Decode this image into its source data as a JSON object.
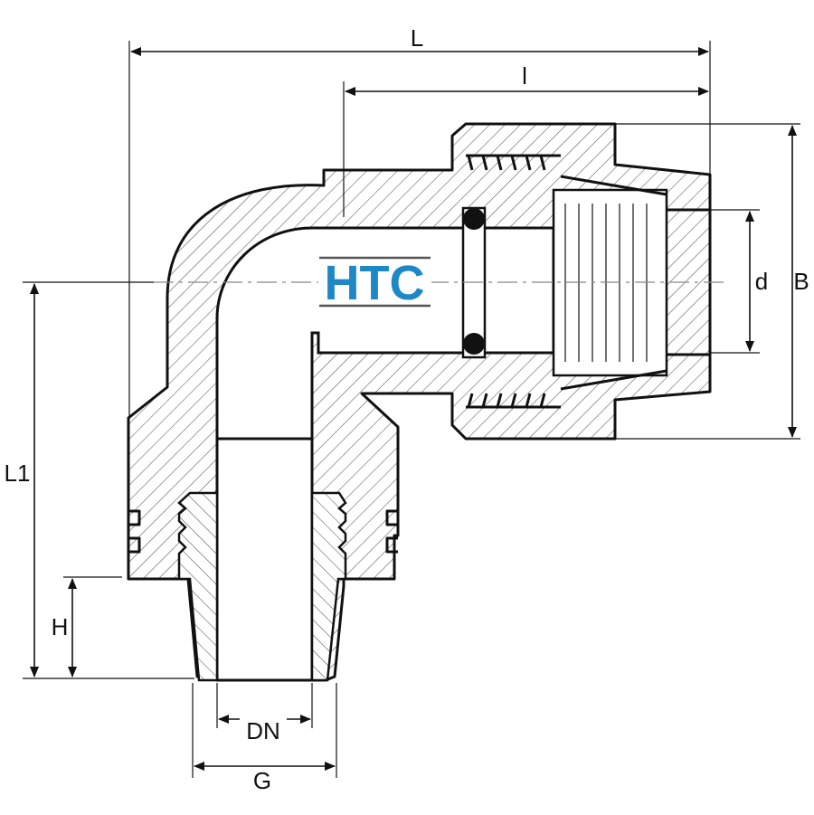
{
  "logo": {
    "text": "HTC",
    "color": "#1e88c7",
    "rule_color": "#555555"
  },
  "dimensions": {
    "L": "L",
    "l": "l",
    "d": "d",
    "B": "B",
    "L1": "L1",
    "H": "H",
    "DN": "DN",
    "G": "G"
  },
  "colors": {
    "line": "#111111",
    "hatch": "#555555",
    "centerline": "#888888"
  }
}
